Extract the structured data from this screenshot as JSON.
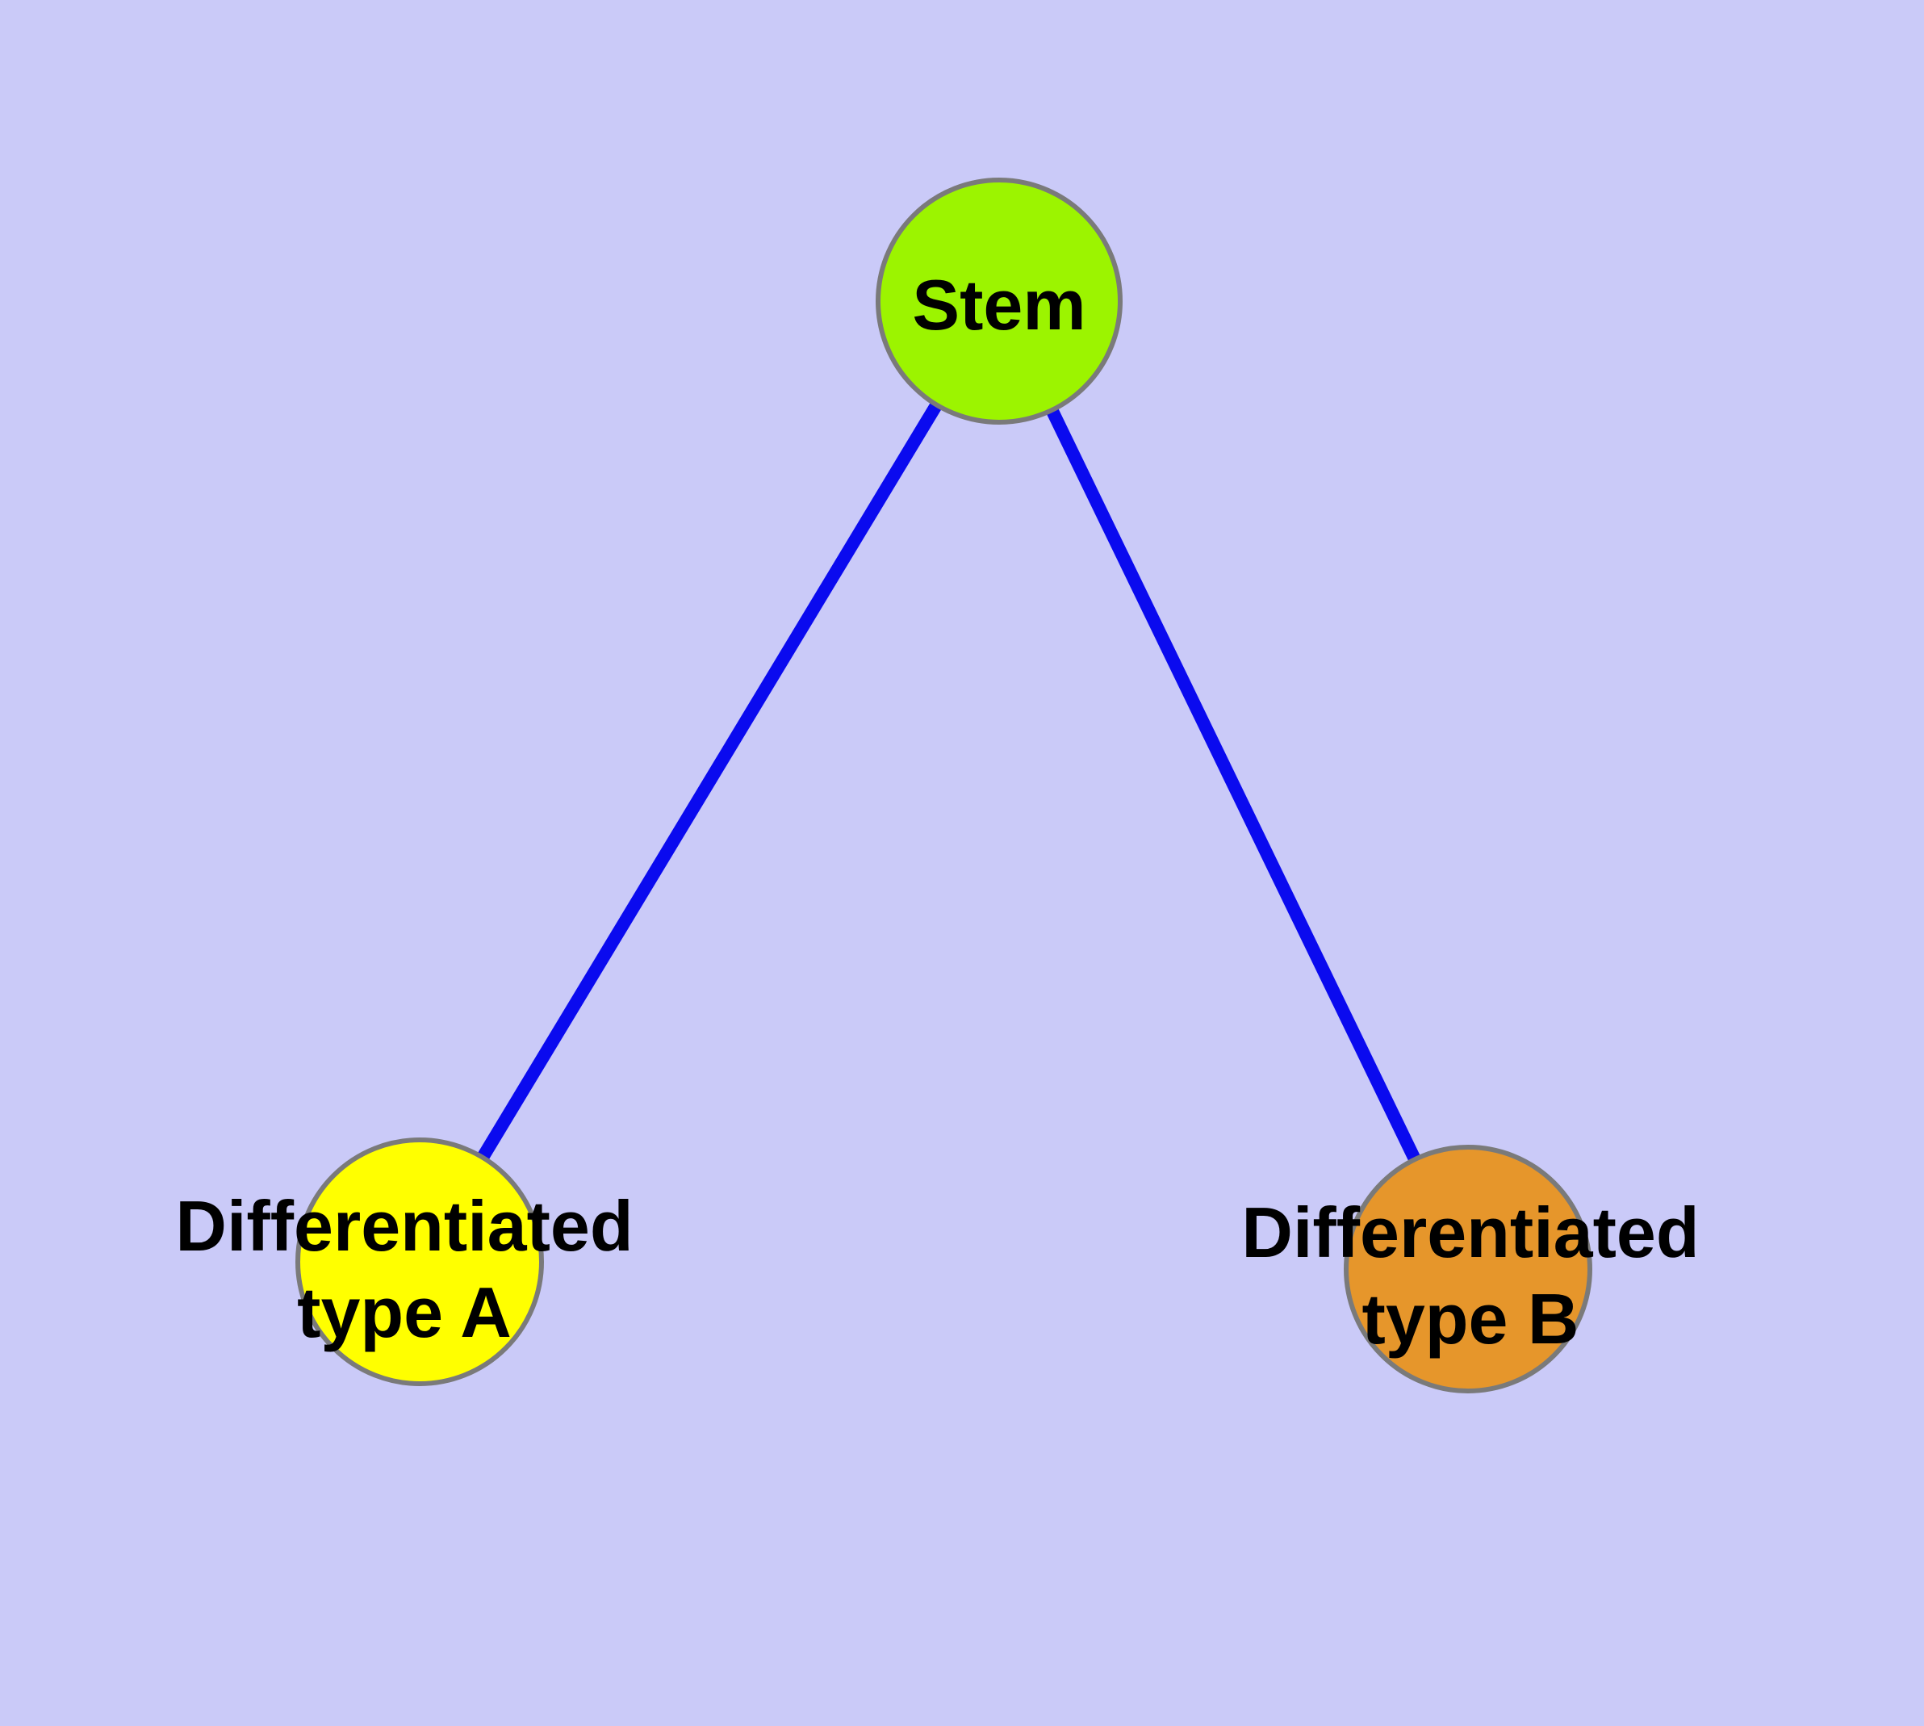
{
  "diagram": {
    "background_color": "#cacaf8",
    "edge_color": "#0a0aef",
    "node_border_color": "#7a7a7a",
    "label_text_color": "#000000",
    "nodes": [
      {
        "id": "stem",
        "label": "Stem",
        "lines": [
          "Stem"
        ],
        "fill": "#9cf400"
      },
      {
        "id": "differentiated-type-a",
        "label": "Differentiated type A",
        "lines": [
          "Differentiated",
          "type A"
        ],
        "fill": "#ffff00"
      },
      {
        "id": "differentiated-type-b",
        "label": "Differentiated type B",
        "lines": [
          "Differentiated",
          "type B"
        ],
        "fill": "#e6962b"
      }
    ],
    "edges": [
      {
        "from": "stem",
        "to": "differentiated-type-a"
      },
      {
        "from": "stem",
        "to": "differentiated-type-b"
      }
    ]
  }
}
